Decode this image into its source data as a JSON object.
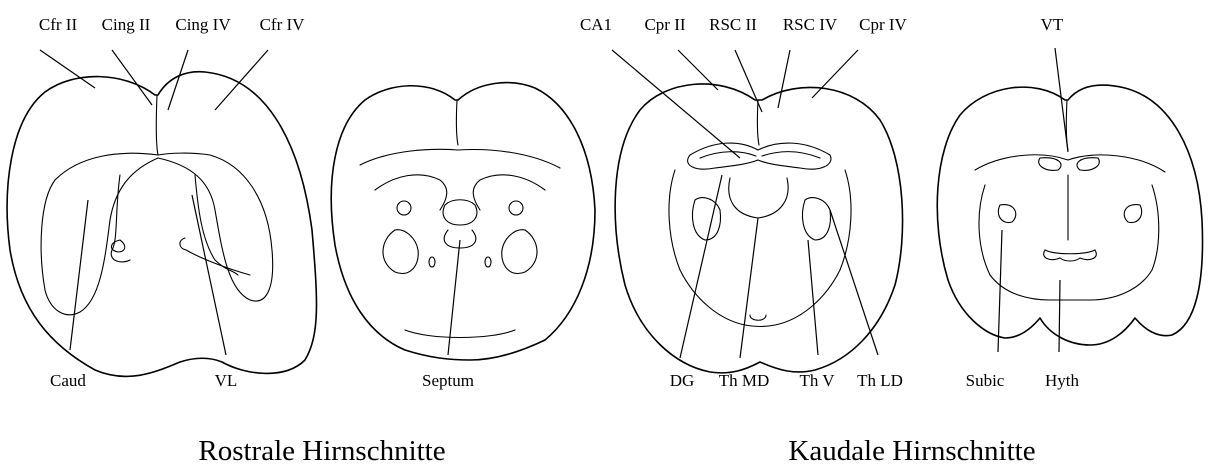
{
  "sections": [
    {
      "name": "rostral-section-1",
      "labels": {
        "top": [
          "Cfr II",
          "Cing II",
          "Cing IV",
          "Cfr IV"
        ],
        "bottom": [
          "Caud",
          "VL"
        ]
      }
    },
    {
      "name": "rostral-section-2",
      "labels": {
        "top": [],
        "bottom": [
          "Septum"
        ]
      }
    },
    {
      "name": "caudal-section-1",
      "labels": {
        "top": [
          "CA1",
          "Cpr II",
          "RSC II",
          "RSC IV",
          "Cpr IV"
        ],
        "bottom": [
          "DG",
          "Th MD",
          "Th V",
          "Th LD"
        ]
      }
    },
    {
      "name": "caudal-section-2",
      "labels": {
        "top": [
          "VT"
        ],
        "bottom": [
          "Subic",
          "Hyth"
        ]
      }
    }
  ],
  "captions": {
    "rostral": "Rostrale Hirnschnitte",
    "caudal": "Kaudale Hirnschnitte"
  }
}
